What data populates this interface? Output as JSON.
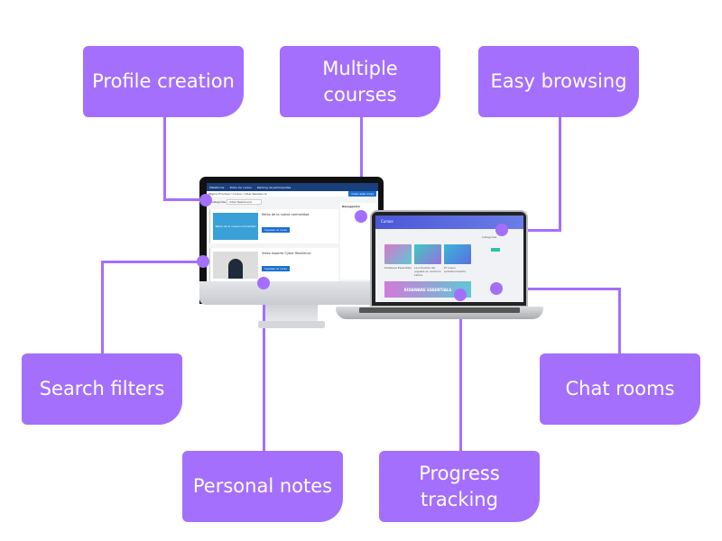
{
  "callouts": [
    {
      "id": "profile",
      "label": "Profile creation"
    },
    {
      "id": "courses",
      "label": "Multiple courses"
    },
    {
      "id": "browsing",
      "label": "Easy browsing"
    },
    {
      "id": "search",
      "label": "Search filters"
    },
    {
      "id": "notes",
      "label": "Personal notes"
    },
    {
      "id": "progress",
      "label": "Progress tracking"
    },
    {
      "id": "chat",
      "label": "Chat rooms"
    }
  ],
  "accent": "#a46ffc",
  "monitor": {
    "nav": [
      "Plataforma",
      "Todos los cursos",
      "Ranking de participantes"
    ],
    "crumb": "Página Principal / Cursos / Ciber Resiliencia",
    "crumb_button": "Crear este curso",
    "filter_label": "Categorías",
    "filter_value": "Ciber Resiliencia",
    "cards": [
      {
        "title": "Retos de la nueva normalidad",
        "thumb": "Retos de la nueva normalidad",
        "button": "Ingresar al curso"
      },
      {
        "title": "Video experto Cyber Resilience",
        "thumb": "",
        "button": "Ingresar al curso"
      }
    ],
    "sidebar_title": "Navegación"
  },
  "laptop": {
    "title": "Cursos",
    "tiles": [
      "Kidaware Essentials",
      "La industria del juguete en América Latina",
      "El nuevo entretenimiento"
    ],
    "banner": "KIDAWARE ESSENTIALS",
    "side_title": "Categorías"
  }
}
